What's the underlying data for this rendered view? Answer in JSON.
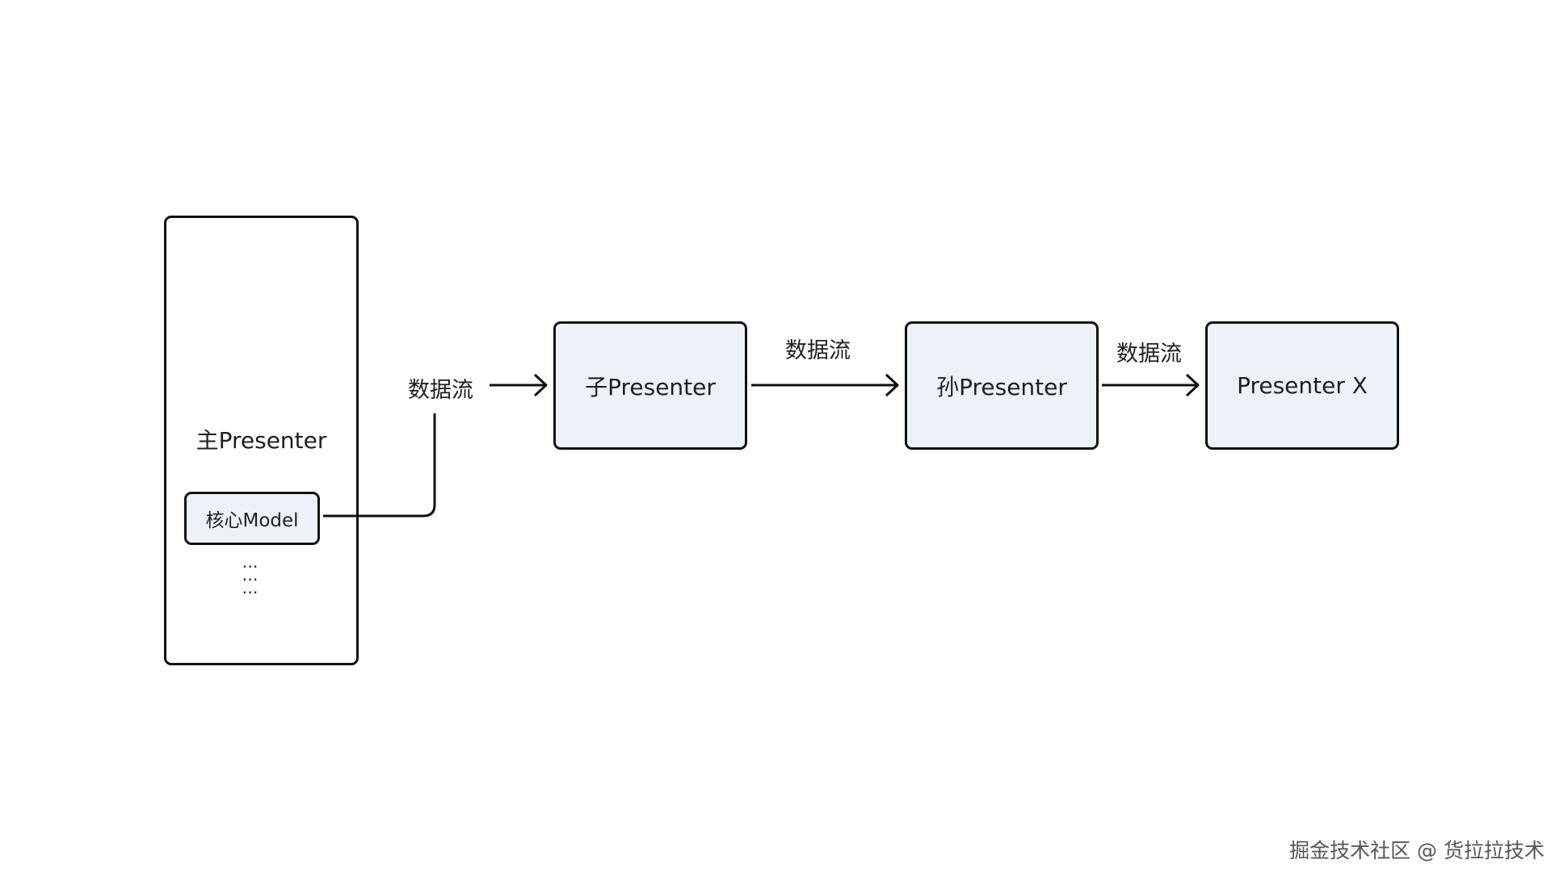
{
  "nodes": {
    "main": "主Presenter",
    "core_model": "核心Model",
    "ellipsis": [
      "⋯",
      "⋯",
      "⋯"
    ],
    "child": "子Presenter",
    "grandchild": "孙Presenter",
    "presenter_x": "Presenter X"
  },
  "edges": {
    "main_to_child": "数据流",
    "child_to_grandchild": "数据流",
    "grandchild_to_x": "数据流"
  },
  "watermark": "掘金技术社区 @ 货拉拉技术",
  "colors": {
    "node_fill": "#eef1f8",
    "stroke": "#111111",
    "background": "#ffffff"
  }
}
